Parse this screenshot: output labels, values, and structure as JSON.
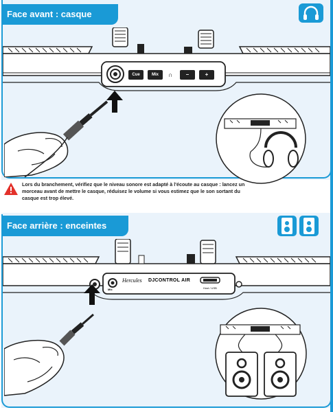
{
  "sections": [
    {
      "title": "Face avant : casque",
      "icon": "headphones-icon"
    },
    {
      "title": "Face arrière : enceintes",
      "icon": "speakers-icon"
    }
  ],
  "front_panel": {
    "buttons": [
      "Cue",
      "Mix",
      "–",
      "+"
    ],
    "headphone_symbol": "🎧"
  },
  "rear_panel": {
    "brand": "Hercules",
    "product": "DJCONTROL AIR",
    "small_label": "Mic",
    "port_label": "Host / USB"
  },
  "warning": {
    "text": "Lors du branchement, vérifiez que le niveau sonore est adapté à l'écoute au casque : lancez un morceau avant de mettre le casque, réduisez le volume si vous estimez que le son sortant du casque est trop élevé."
  },
  "colors": {
    "accent": "#1a9ad6",
    "warning": "#e3312a",
    "panel": "#eaf3fb"
  }
}
